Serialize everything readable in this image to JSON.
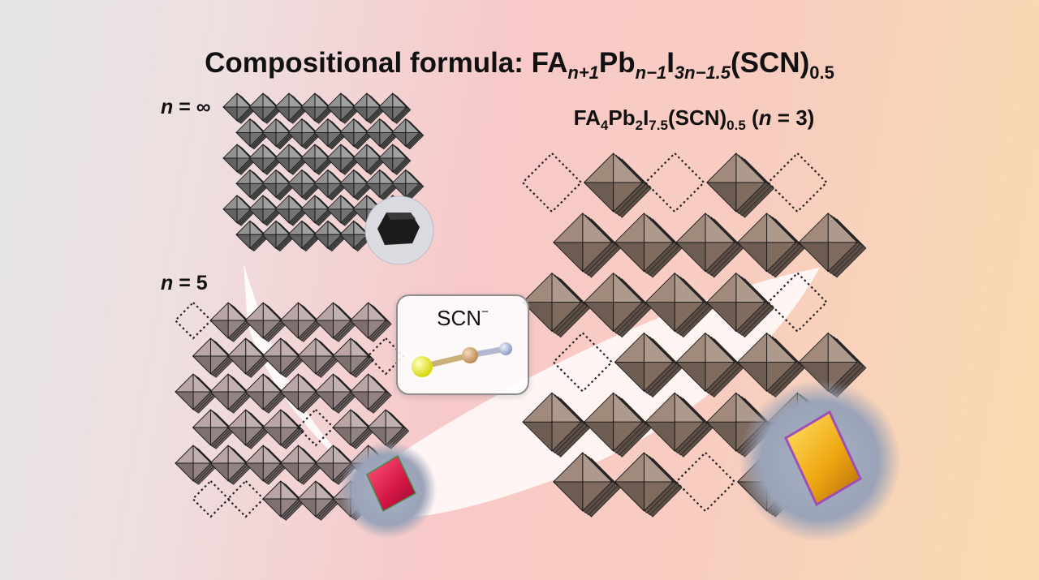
{
  "title": {
    "prefix": "Compositional formula: FA",
    "sub1": "n+1",
    "pb": "Pb",
    "sub2": "n−1",
    "i": "I",
    "sub3": "3n−1.5",
    "scn": "(SCN)",
    "sub4": "0.5"
  },
  "panel_inf": {
    "var": "n",
    "rest": " = ∞"
  },
  "panel_5": {
    "var": "n",
    "rest": " = 5"
  },
  "panel_3": {
    "fa": "FA",
    "fa_sub": "4",
    "pb": "Pb",
    "pb_sub": "2",
    "i": "I",
    "i_sub": "7.5",
    "scn": "(SCN)",
    "scn_sub": "0.5",
    "paren_open": " (",
    "var": "n",
    "rest": " = 3)"
  },
  "ion": {
    "label": "SCN",
    "charge": "−"
  },
  "colors": {
    "octahedron_inf": "#8c8c8c",
    "octahedron_5": "#b5a0a0",
    "octahedron_3": "#9c8474",
    "sulfur": "#eded10",
    "carbon": "#d2a172",
    "nitrogen": "#a4b4d8",
    "crystal_inf": "#1b1b1b",
    "crystal_5": "#d81c48",
    "crystal_3": "#f0b21a"
  },
  "icons": {
    "crystal_inf": "black-crystal-photo",
    "crystal_5": "red-crystal-photo",
    "crystal_3": "yellow-crystal-photo",
    "vacancy": "dotted-vacancy-marker",
    "molecule": "thiocyanate-molecule"
  }
}
